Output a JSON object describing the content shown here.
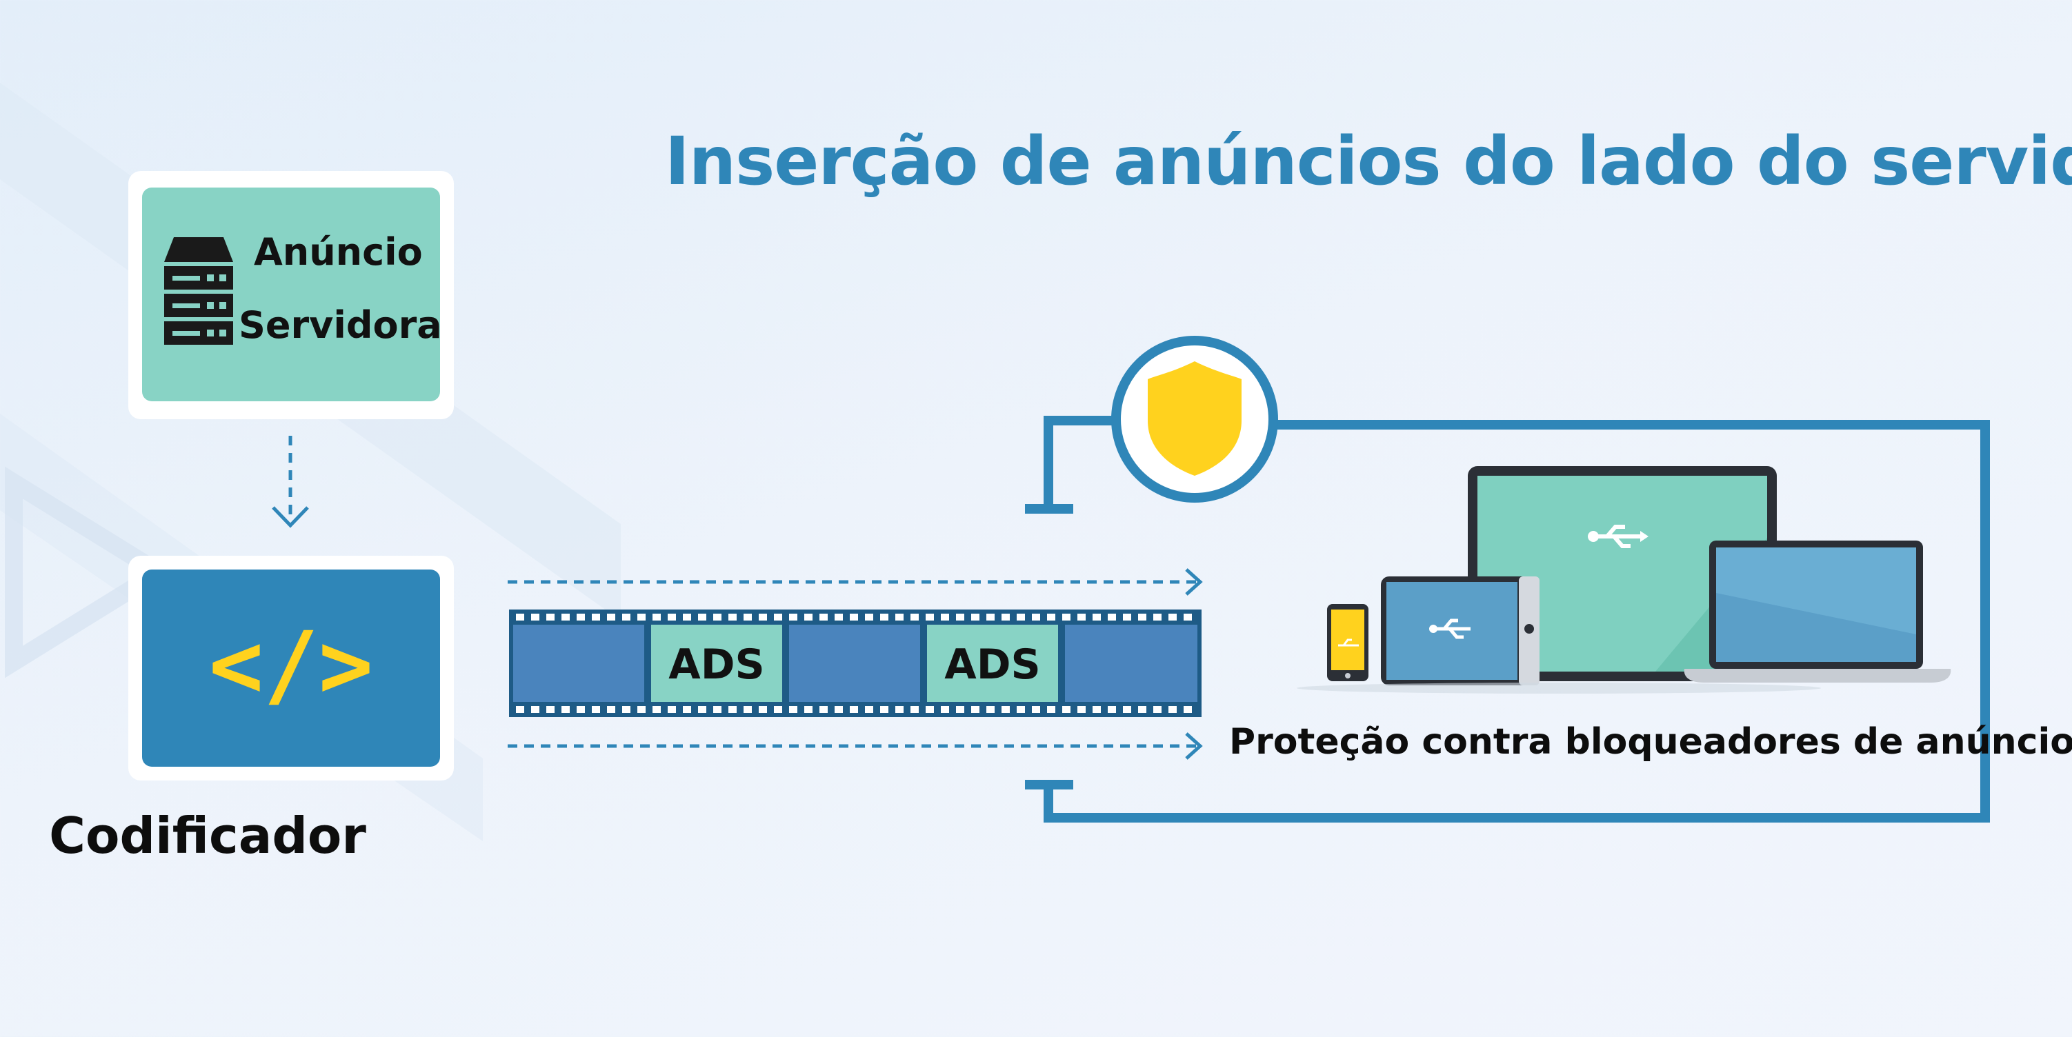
{
  "title": "Inserção de anúncios do lado do servidor",
  "ad_server": {
    "line1": "Anúncio",
    "line2": "Servidora",
    "icon": "server-rack-icon"
  },
  "encoder": {
    "glyph": "</>",
    "label": "Codificador",
    "icon": "code-icon"
  },
  "film_strip": {
    "frames": [
      "",
      "ADS",
      "",
      "ADS",
      ""
    ]
  },
  "protection": {
    "label": "Proteção contra bloqueadores de anúncios",
    "icon": "shield-icon"
  },
  "devices": [
    "phone-icon",
    "tablet-icon",
    "monitor-icon",
    "laptop-icon"
  ],
  "colors": {
    "primary_blue": "#2f86b8",
    "teal": "#88d3c5",
    "yellow": "#ffd21e",
    "dark": "#1a1a1a",
    "film_dark": "#1e5b86",
    "film_frame": "#4a84bd"
  }
}
